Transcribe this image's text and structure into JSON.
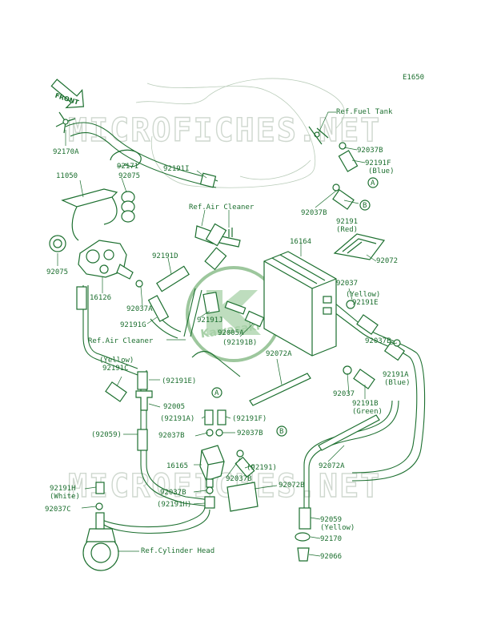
{
  "diagram_code": "E1650",
  "front_label": "FRONT",
  "watermarks": [
    "MICROFICHES.NET",
    "MICROFICHES.NET"
  ],
  "logo_text": "Kawasaki",
  "connectors": [
    "A",
    "B",
    "A",
    "B"
  ],
  "labels": [
    {
      "id": "ref-fuel-tank",
      "lines": [
        "Ref.Fuel Tank"
      ]
    },
    {
      "id": "92170A",
      "lines": [
        "92170A"
      ]
    },
    {
      "id": "92171",
      "lines": [
        "92171"
      ]
    },
    {
      "id": "92191I",
      "lines": [
        "92191I"
      ]
    },
    {
      "id": "11050",
      "lines": [
        "11050"
      ]
    },
    {
      "id": "92075-a",
      "lines": [
        "92075"
      ]
    },
    {
      "id": "92037B-a",
      "lines": [
        "92037B"
      ]
    },
    {
      "id": "92191F-blue",
      "lines": [
        "92191F",
        "(Blue)"
      ]
    },
    {
      "id": "ref-air-cleaner-a",
      "lines": [
        "Ref.Air Cleaner"
      ]
    },
    {
      "id": "92037B-b",
      "lines": [
        "92037B"
      ]
    },
    {
      "id": "92191-red",
      "lines": [
        "92191",
        "(Red)"
      ]
    },
    {
      "id": "92075-b",
      "lines": [
        "92075"
      ]
    },
    {
      "id": "92191D",
      "lines": [
        "92191D"
      ]
    },
    {
      "id": "16164",
      "lines": [
        "16164"
      ]
    },
    {
      "id": "92072",
      "lines": [
        "92072"
      ]
    },
    {
      "id": "16126",
      "lines": [
        "16126"
      ]
    },
    {
      "id": "92037A",
      "lines": [
        "92037A"
      ]
    },
    {
      "id": "92191J",
      "lines": [
        "92191J"
      ]
    },
    {
      "id": "92037-a",
      "lines": [
        "92037"
      ]
    },
    {
      "id": "yellow-92191E",
      "lines": [
        "(Yellow)",
        "92191E"
      ]
    },
    {
      "id": "92191G",
      "lines": [
        "92191G"
      ]
    },
    {
      "id": "92005A",
      "lines": [
        "92005A",
        "(92191B)"
      ]
    },
    {
      "id": "ref-air-cleaner-b",
      "lines": [
        "Ref.Air Cleaner"
      ]
    },
    {
      "id": "92072A-a",
      "lines": [
        "92072A"
      ]
    },
    {
      "id": "92037B-c",
      "lines": [
        "92037B"
      ]
    },
    {
      "id": "92191A-blue",
      "lines": [
        "92191A",
        "(Blue)"
      ]
    },
    {
      "id": "yellow-92191C",
      "lines": [
        "(Yellow)",
        "92191C"
      ]
    },
    {
      "id": "p92191E",
      "lines": [
        "(92191E)"
      ]
    },
    {
      "id": "92037-b",
      "lines": [
        "92037"
      ]
    },
    {
      "id": "92191B-green",
      "lines": [
        "92191B",
        "(Green)"
      ]
    },
    {
      "id": "92005",
      "lines": [
        "92005"
      ]
    },
    {
      "id": "p92191A",
      "lines": [
        "(92191A)"
      ]
    },
    {
      "id": "p92191F",
      "lines": [
        "(92191F)"
      ]
    },
    {
      "id": "p92059",
      "lines": [
        "(92059)"
      ]
    },
    {
      "id": "92037B-d",
      "lines": [
        "92037B"
      ]
    },
    {
      "id": "92037B-e",
      "lines": [
        "92037B"
      ]
    },
    {
      "id": "92072A-b",
      "lines": [
        "92072A"
      ]
    },
    {
      "id": "16165",
      "lines": [
        "16165"
      ]
    },
    {
      "id": "p92191",
      "lines": [
        "(92191)"
      ]
    },
    {
      "id": "92037B-f",
      "lines": [
        "92037B"
      ]
    },
    {
      "id": "92191H-white",
      "lines": [
        "92191H",
        "(White)"
      ]
    },
    {
      "id": "92037B-g",
      "lines": [
        "92037B"
      ]
    },
    {
      "id": "92072B",
      "lines": [
        "92072B"
      ]
    },
    {
      "id": "p92191H",
      "lines": [
        "(92191H)"
      ]
    },
    {
      "id": "92037C",
      "lines": [
        "92037C"
      ]
    },
    {
      "id": "92059-yellow",
      "lines": [
        "92059",
        "(Yellow)"
      ]
    },
    {
      "id": "92170",
      "lines": [
        "92170"
      ]
    },
    {
      "id": "ref-cylinder-head",
      "lines": [
        "Ref.Cylinder Head"
      ]
    },
    {
      "id": "92066",
      "lines": [
        "92066"
      ]
    }
  ]
}
